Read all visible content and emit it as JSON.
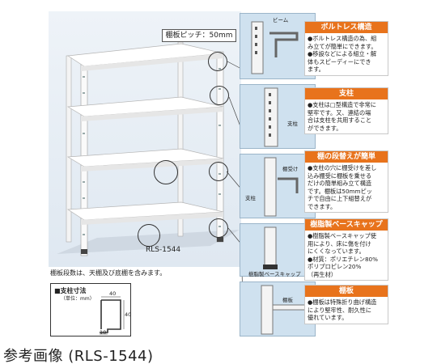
{
  "shelf": {
    "pitch_label": "棚板ピッチ：50mm",
    "model_label": "RLS-1544",
    "note": "棚板段数は、天棚及び底棚を含みます。"
  },
  "dimension_box": {
    "title": "■支柱寸法",
    "unit": "（単位：mm）",
    "dim_top": "40",
    "dim_side": "40",
    "dim_bottom": "10"
  },
  "cards": [
    {
      "title": "ボルトレス構造",
      "lines": [
        "●ボルトレス構造の為、組",
        "み立てが簡単にできます。",
        "●移設などによる組立・解",
        "体もスピーディーにでき",
        "ます。"
      ],
      "tags": [
        "ビーム"
      ]
    },
    {
      "title": "支柱",
      "lines": [
        "●支柱は□型構造で非常に",
        "堅牢です。又、連結の場",
        "合は支柱を共用すること",
        "ができます。"
      ],
      "tags": [
        "支柱"
      ]
    },
    {
      "title": "棚の段替えが簡単",
      "lines": [
        "●支柱の穴に棚受けを差し",
        "込み棚受に棚板を乗せる",
        "だけの簡単組み立て構造",
        "です。棚板は50mmピッ",
        "チで自由に上下組替えが",
        "できます。"
      ],
      "tags": [
        "棚受け",
        "支柱"
      ]
    },
    {
      "title": "樹脂製ベースキャップ",
      "lines": [
        "●樹脂製ベースキャップ使",
        "用により、床に傷を付け",
        "にくくなっています。",
        "●材質：ポリエチレン80%",
        "ポリプロピレン20%",
        "（再生材）"
      ],
      "tags": [
        "樹脂製ベースキャップ"
      ]
    },
    {
      "title": "棚板",
      "lines": [
        "●棚板は特殊折り曲げ構造",
        "により堅牢性、耐久性に",
        "優れています。"
      ],
      "tags": [
        "棚板"
      ]
    }
  ],
  "caption": "参考画像 (RLS-1544)"
}
